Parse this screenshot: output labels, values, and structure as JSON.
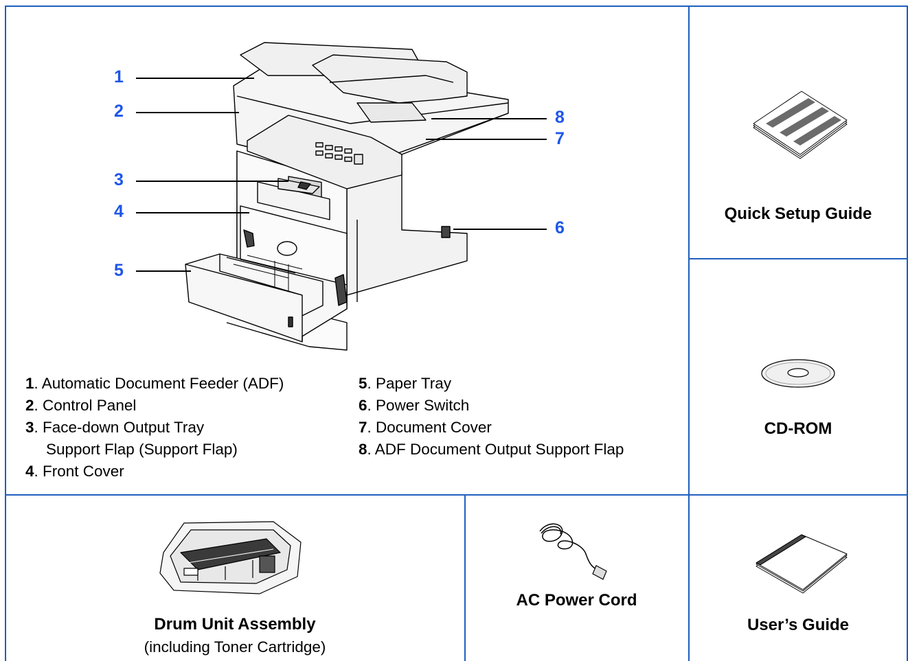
{
  "callouts": {
    "c1": "1",
    "c2": "2",
    "c3": "3",
    "c4": "4",
    "c5": "5",
    "c6": "6",
    "c7": "7",
    "c8": "8"
  },
  "legend": {
    "left": [
      {
        "num": "1",
        "text": ". Automatic Document Feeder (ADF)"
      },
      {
        "num": "2",
        "text": ". Control Panel"
      },
      {
        "num": "3",
        "text": ". Face-down Output Tray"
      },
      {
        "num": "",
        "text": "Support Flap (Support Flap)"
      },
      {
        "num": "4",
        "text": ". Front Cover"
      }
    ],
    "right": [
      {
        "num": "5",
        "text": ". Paper Tray"
      },
      {
        "num": "6",
        "text": ". Power Switch"
      },
      {
        "num": "7",
        "text": ". Document Cover"
      },
      {
        "num": "8",
        "text": ". ADF Document Output Support Flap"
      }
    ]
  },
  "items": {
    "quick_setup": "Quick Setup Guide",
    "cdrom": "CD-ROM",
    "drum": "Drum Unit Assembly",
    "drum_sub": "(including Toner Cartridge)",
    "power_cord": "AC Power Cord",
    "users_guide": "User’s Guide"
  },
  "colors": {
    "border": "#1f5fbf",
    "callout": "#1e56e8"
  }
}
